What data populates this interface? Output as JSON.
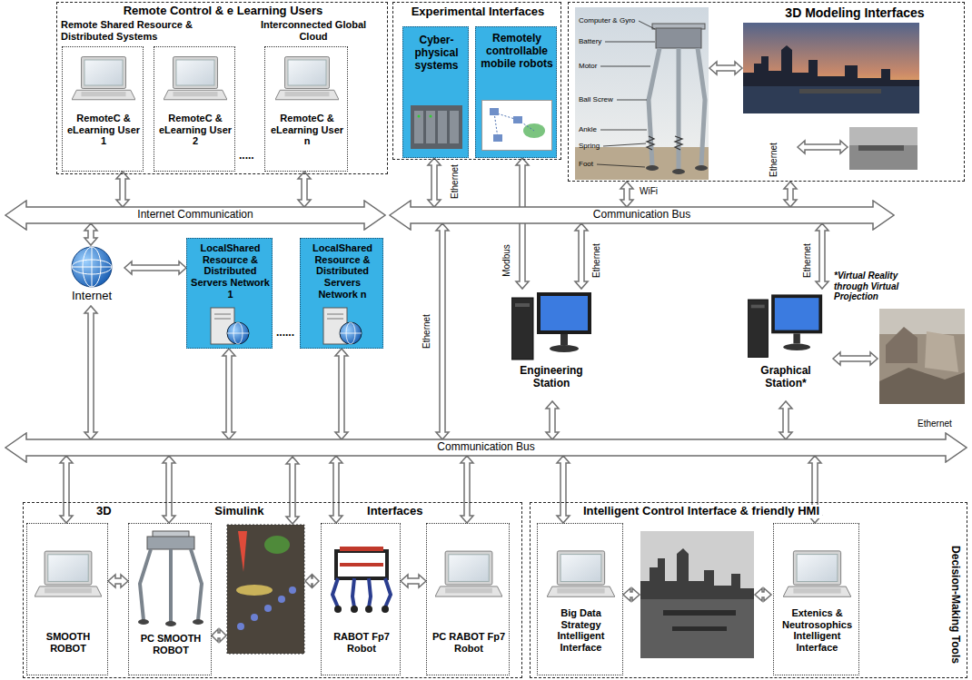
{
  "diagram": {
    "nodes": [
      {
        "text": [
          "Remote Control & e Learning Users",
          "Remote Shared Resource & Distributed Systems",
          "Interconnected Global Cloud"
        ]
      },
      {
        "text": [
          "RemoteC & eLearning User 1"
        ],
        "in": 0
      },
      {
        "text": [
          "RemoteC & eLearning User 2"
        ],
        "in": 0
      },
      {
        "text": [
          "RemoteC & eLearning User n"
        ],
        "in": 0
      },
      {
        "text": [
          "Experimental Interfaces"
        ]
      },
      {
        "text": [
          "Cyber-physical systems"
        ],
        "in": 4
      },
      {
        "text": [
          "Remotely controllable mobile robots"
        ],
        "in": 4
      },
      {
        "text": [
          "3D Modeling Interfaces"
        ]
      },
      {
        "text": [
          "Internet Communication"
        ]
      },
      {
        "text": [
          "Communication Bus"
        ]
      },
      {
        "text": [
          "Internet"
        ]
      },
      {
        "text": [
          "LocalShared Resource & Distributed Servers Network 1"
        ]
      },
      {
        "text": [
          "LocalShared Resource & Distributed Servers Network n"
        ]
      },
      {
        "text": [
          "Engineering Station"
        ]
      },
      {
        "text": [
          "Graphical Station*"
        ]
      },
      {
        "text": [
          "Communication Bus"
        ]
      },
      {
        "text": [
          "3D Simulink Interfaces"
        ]
      },
      {
        "text": [
          "SMOOTH ROBOT"
        ],
        "in": 16
      },
      {
        "text": [
          "PC SMOOTH ROBOT"
        ],
        "in": 16
      },
      {
        "text": [
          "RABOT Fp7 Robot"
        ],
        "in": 16
      },
      {
        "text": [
          "PC RABOT Fp7 Robot"
        ],
        "in": 16
      },
      {
        "text": [
          "Intelligent Control Interface & friendly HMI",
          "Decision-Making Tools"
        ]
      },
      {
        "text": [
          "Big Data Strategy Intelligent Interface"
        ],
        "in": 21
      },
      {
        "text": [
          "Extenics & Neutrosophics Intelligent Interface"
        ],
        "in": 21
      }
    ],
    "edges": [
      {
        "from": 1,
        "to": 8,
        "arrow": "both"
      },
      {
        "from": 3,
        "to": 8,
        "arrow": "both"
      },
      {
        "from": 8,
        "to": 10,
        "arrow": "both"
      },
      {
        "from": 10,
        "to": 11,
        "arrow": "both"
      },
      {
        "from": 10,
        "to": 15,
        "arrow": "both"
      },
      {
        "from": 11,
        "to": 15,
        "arrow": "both"
      },
      {
        "from": 12,
        "to": 15,
        "arrow": "both"
      },
      {
        "from": 5,
        "to": 9,
        "arrow": "both",
        "label": "Ethernet"
      },
      {
        "from": 6,
        "to": 13,
        "arrow": "both",
        "label": "Modbus"
      },
      {
        "from": 9,
        "to": 15,
        "arrow": "both",
        "label": "Ethernet"
      },
      {
        "from": 7,
        "to": 9,
        "arrow": "both",
        "label": "WiFi"
      },
      {
        "from": 7,
        "to": 9,
        "arrow": "both",
        "label": "Ethernet"
      },
      {
        "from": 9,
        "to": 13,
        "arrow": "both",
        "label": "Ethernet"
      },
      {
        "from": 9,
        "to": 14,
        "arrow": "both",
        "label": "Ethernet"
      },
      {
        "from": 13,
        "to": 15,
        "arrow": "both"
      },
      {
        "from": 14,
        "to": 15,
        "arrow": "both"
      },
      {
        "from": 15,
        "to": 17,
        "arrow": "both"
      },
      {
        "from": 15,
        "to": 18,
        "arrow": "both"
      },
      {
        "from": 15,
        "to": 19,
        "arrow": "both"
      },
      {
        "from": 15,
        "to": 20,
        "arrow": "both"
      },
      {
        "from": 17,
        "to": 18,
        "arrow": "both"
      },
      {
        "from": 19,
        "to": 20,
        "arrow": "both"
      },
      {
        "from": 15,
        "to": 22,
        "arrow": "both"
      },
      {
        "from": 15,
        "to": 23,
        "arrow": "both"
      }
    ],
    "labels": [
      ".....",
      "......",
      "Computer & Gyro",
      "Battery",
      "Motor",
      "Ball Screw",
      "Ankle",
      "Spring",
      "Foot",
      "*Virtual Reality through Virtual Projection",
      "Ethernet"
    ]
  }
}
